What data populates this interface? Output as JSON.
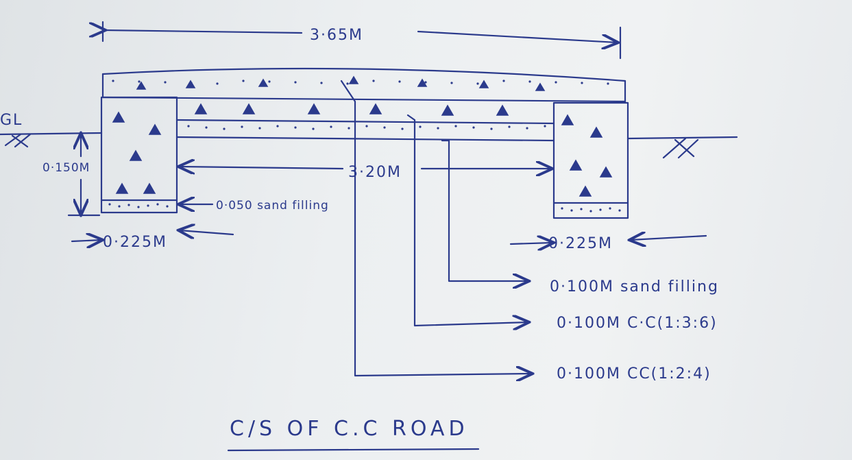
{
  "ink_color": "#2b3a8c",
  "paper_color": "#eceff1",
  "title": "C/S OF C.C ROAD",
  "dimensions": {
    "overall_width": "3·65M",
    "inner_width": "3·20M",
    "left_footing_width": "0·225M",
    "right_footing_width": "0·225M",
    "footing_depth": "0·150M",
    "footing_sand": "0·050 sand filling"
  },
  "ground_level": "GL",
  "layers": [
    "0·100M sand filling",
    "0·100M C·C(1:3:6)",
    "0·100M CC(1:2:4)"
  ]
}
